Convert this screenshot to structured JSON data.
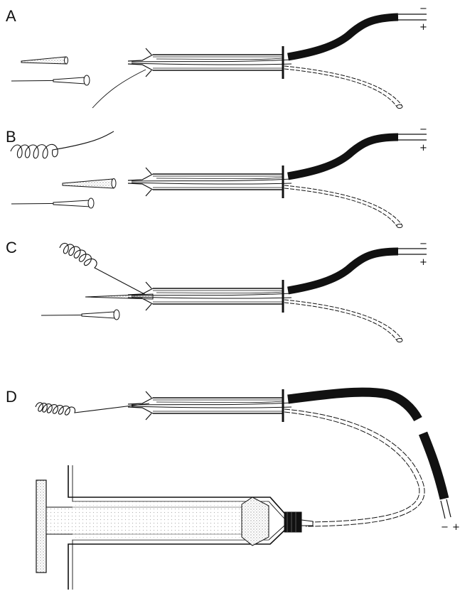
{
  "panels": [
    {
      "label": "A",
      "minus": "−",
      "plus": "+"
    },
    {
      "label": "B",
      "minus": "−",
      "plus": "+"
    },
    {
      "label": "C",
      "minus": "−",
      "plus": "+"
    },
    {
      "label": "D",
      "minus": "−",
      "plus": "+"
    }
  ],
  "colors": {
    "ink": "#111111",
    "fill_dark": "#111111",
    "stipple": "#b5b5b5"
  }
}
